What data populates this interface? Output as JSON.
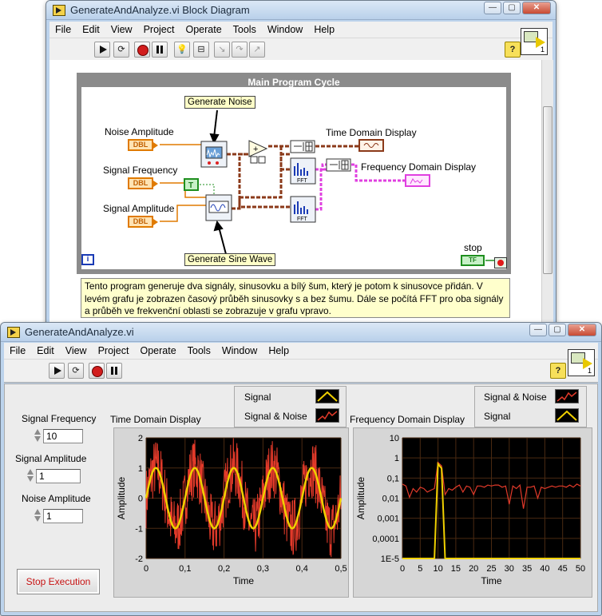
{
  "block_diagram": {
    "title": "GenerateAndAnalyze.vi Block Diagram",
    "menu": [
      "File",
      "Edit",
      "View",
      "Project",
      "Operate",
      "Tools",
      "Window",
      "Help"
    ],
    "loop_label": "Main Program Cycle",
    "labels": {
      "generate_noise": "Generate Noise",
      "generate_sine": "Generate Sine Wave",
      "noise_amplitude": "Noise Amplitude",
      "signal_frequency": "Signal Frequency",
      "signal_amplitude": "Signal Amplitude",
      "time_domain": "Time Domain Display",
      "freq_domain": "Frequency Domain Display",
      "stop": "stop"
    },
    "terminals": {
      "dbl": "DBL",
      "true_const": "T",
      "iteration": "i",
      "tf": "TF",
      "fft": "FFT"
    },
    "comment": "Tento program generuje dva signály, sinusovku a bílý šum, který je potom k sinusovce přidán. V levém grafu je zobrazen časový průběh sinusovky s a bez šumu. Dále se počítá FFT pro oba signály a průběh ve frekvenční oblasti se zobrazuje v grafu vpravo.",
    "wire_colors": {
      "numeric": "#e07a00",
      "waveform": "#8b3a1a",
      "spectrum": "#e040e0",
      "boolean": "#1f8f1f"
    }
  },
  "front_panel": {
    "title": "GenerateAndAnalyze.vi",
    "menu": [
      "File",
      "Edit",
      "View",
      "Project",
      "Operate",
      "Tools",
      "Window",
      "Help"
    ],
    "controls": {
      "signal_frequency": {
        "label": "Signal Frequency",
        "value": "10"
      },
      "signal_amplitude": {
        "label": "Signal Amplitude",
        "value": "1"
      },
      "noise_amplitude": {
        "label": "Noise Amplitude",
        "value": "1"
      }
    },
    "stop_button": "Stop Execution",
    "time_legend": [
      "Signal",
      "Signal & Noise"
    ],
    "freq_legend": [
      "Signal & Noise",
      "Signal"
    ],
    "colors": {
      "signal": "#f0d000",
      "signal_noise": "#e23a2a",
      "plot_bg": "#000000",
      "grid": "#4a2a12"
    }
  },
  "vi_icon_number": "1",
  "chart_data": [
    {
      "type": "line",
      "title": "Time Domain Display",
      "xlabel": "Time",
      "ylabel": "Amplitude",
      "xlim": [
        0,
        0.5
      ],
      "ylim": [
        -2,
        2
      ],
      "xticks": [
        "0",
        "0,1",
        "0,2",
        "0,3",
        "0,4",
        "0,5"
      ],
      "yticks": [
        "2",
        "1",
        "0",
        "-1",
        "-2"
      ],
      "grid": true,
      "series": [
        {
          "name": "Signal",
          "color": "#f0d000",
          "frequency": 10,
          "amplitude": 1
        },
        {
          "name": "Signal & Noise",
          "color": "#e23a2a",
          "frequency": 10,
          "amplitude": 1,
          "noise_amplitude": 1
        }
      ]
    },
    {
      "type": "line",
      "title": "Frequency Domain Display",
      "xlabel": "Time",
      "ylabel": "Amplitude",
      "xlim": [
        0,
        50
      ],
      "ylim": [
        1e-05,
        10
      ],
      "log_y": true,
      "xticks": [
        "0",
        "5",
        "10",
        "15",
        "20",
        "25",
        "30",
        "35",
        "40",
        "45",
        "50"
      ],
      "yticks": [
        "10",
        "1",
        "0,1",
        "0,01",
        "0,001",
        "0,0001",
        "1E-5"
      ],
      "grid": true,
      "x": [
        0,
        1,
        2,
        3,
        4,
        5,
        6,
        7,
        8,
        9,
        10,
        11,
        12,
        13,
        14,
        15,
        16,
        17,
        18,
        19,
        20,
        21,
        22,
        23,
        24,
        25,
        26,
        27,
        28,
        29,
        30,
        31,
        32,
        33,
        34,
        35,
        36,
        37,
        38,
        39,
        40,
        41,
        42,
        43,
        44,
        45,
        46,
        47,
        48,
        49,
        50
      ],
      "series": [
        {
          "name": "Signal & Noise",
          "color": "#e23a2a",
          "values": [
            0.05,
            0.04,
            0.011,
            0.03,
            0.02,
            0.035,
            0.03,
            0.02,
            0.025,
            0.03,
            0.6,
            0.4,
            0.015,
            0.03,
            0.025,
            0.035,
            0.045,
            0.02,
            0.04,
            0.035,
            0.015,
            0.04,
            0.04,
            0.035,
            0.045,
            0.04,
            0.045,
            0.045,
            0.035,
            0.04,
            0.005,
            0.04,
            0.03,
            0.045,
            0.003,
            0.035,
            0.035,
            0.04,
            0.01,
            0.035,
            0.03,
            0.035,
            0.04,
            0.035,
            0.04,
            0.04,
            0.035,
            0.045,
            0.035,
            0.05,
            0.04
          ]
        },
        {
          "name": "Signal",
          "color": "#f0d000",
          "values": [
            1e-05,
            1e-05,
            1e-05,
            1e-05,
            1e-05,
            1e-05,
            1e-05,
            1e-05,
            1e-05,
            1e-05,
            0.5,
            0.3,
            1e-05,
            1e-05,
            1e-05,
            1e-05,
            1e-05,
            1e-05,
            1e-05,
            1e-05,
            1e-05,
            1e-05,
            1e-05,
            1e-05,
            1e-05,
            1e-05,
            1e-05,
            1e-05,
            1e-05,
            1e-05,
            1e-05,
            1e-05,
            1e-05,
            1e-05,
            1e-05,
            1e-05,
            1e-05,
            1e-05,
            1e-05,
            1e-05,
            1e-05,
            1e-05,
            1e-05,
            1e-05,
            1e-05,
            1e-05,
            1e-05,
            1e-05,
            1e-05,
            1e-05,
            1e-05
          ]
        }
      ]
    }
  ]
}
